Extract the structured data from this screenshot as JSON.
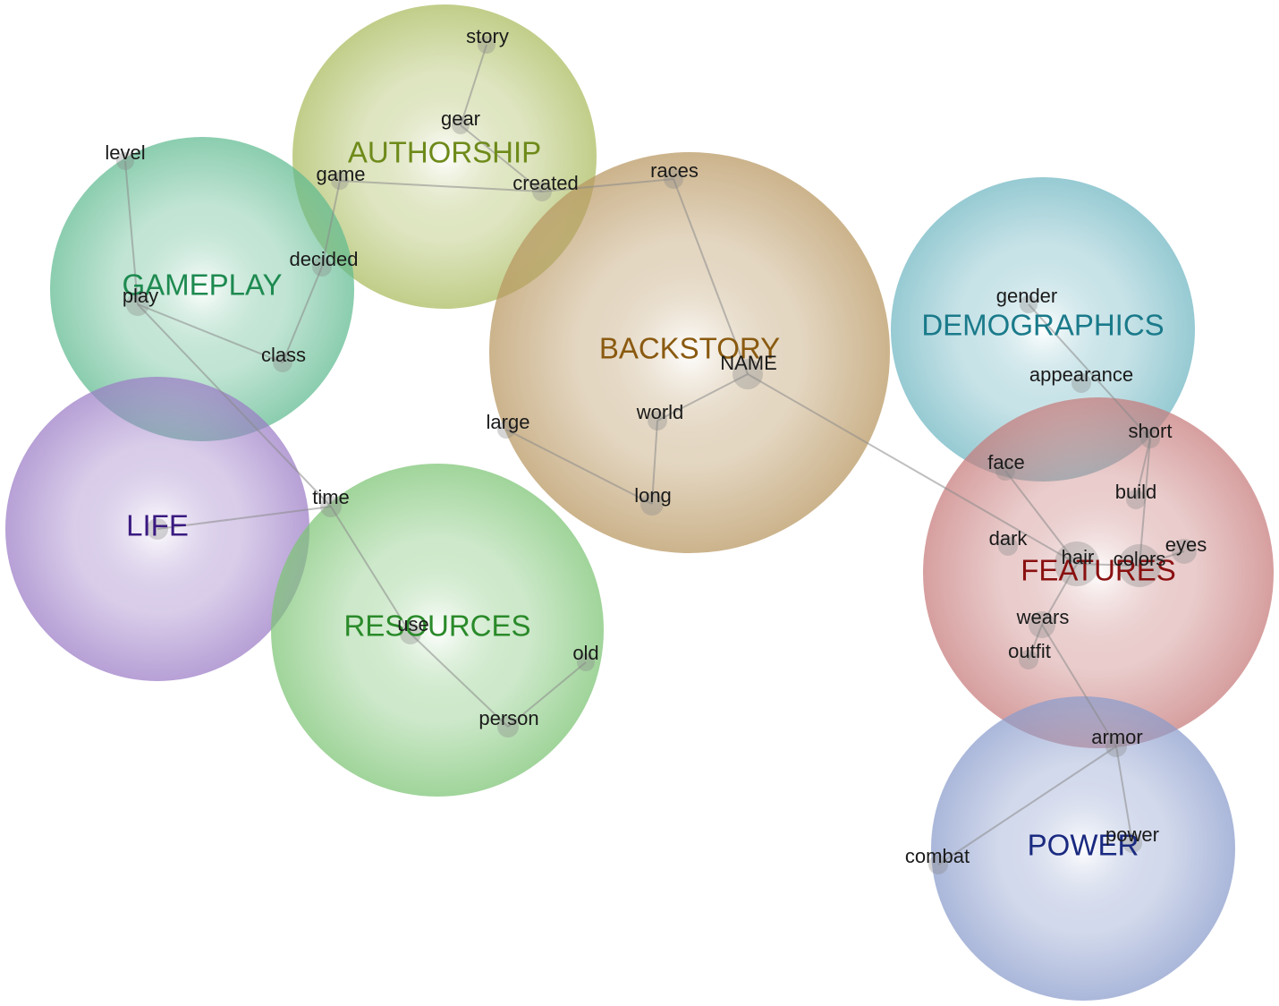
{
  "clusters": [
    {
      "id": "authorship",
      "label": "AUTHORSHIP",
      "color": "#a9bb5c",
      "text_color": "#6e8a1a"
    },
    {
      "id": "gameplay",
      "label": "GAMEPLAY",
      "color": "#5fba90",
      "text_color": "#1e8a50"
    },
    {
      "id": "life",
      "label": "LIFE",
      "color": "#9b7cc6",
      "text_color": "#3a1a80"
    },
    {
      "id": "resources",
      "label": "RESOURCES",
      "color": "#7cc474",
      "text_color": "#2a8a2a"
    },
    {
      "id": "backstory",
      "label": "BACKSTORY",
      "color": "#b89660",
      "text_color": "#8a5a10"
    },
    {
      "id": "demographics",
      "label": "DEMOGRAPHICS",
      "color": "#6fb6c2",
      "text_color": "#1a7a8a"
    },
    {
      "id": "features",
      "label": "FEATURES",
      "color": "#c77a7a",
      "text_color": "#8a1010"
    },
    {
      "id": "power",
      "label": "POWER",
      "color": "#8a9ccc",
      "text_color": "#1a2a80"
    }
  ],
  "words": [
    {
      "id": "story",
      "label": "story"
    },
    {
      "id": "gear",
      "label": "gear"
    },
    {
      "id": "game",
      "label": "game"
    },
    {
      "id": "created",
      "label": "created"
    },
    {
      "id": "level",
      "label": "level"
    },
    {
      "id": "decided",
      "label": "decided"
    },
    {
      "id": "play",
      "label": "play"
    },
    {
      "id": "class",
      "label": "class"
    },
    {
      "id": "races",
      "label": "races"
    },
    {
      "id": "name",
      "label": "NAME"
    },
    {
      "id": "world",
      "label": "world"
    },
    {
      "id": "large",
      "label": "large"
    },
    {
      "id": "long",
      "label": "long"
    },
    {
      "id": "time",
      "label": "time"
    },
    {
      "id": "life_node",
      "label": ""
    },
    {
      "id": "use",
      "label": "use"
    },
    {
      "id": "old",
      "label": "old"
    },
    {
      "id": "person",
      "label": "person"
    },
    {
      "id": "gender",
      "label": "gender"
    },
    {
      "id": "appearance",
      "label": "appearance"
    },
    {
      "id": "short",
      "label": "short"
    },
    {
      "id": "face",
      "label": "face"
    },
    {
      "id": "build",
      "label": "build"
    },
    {
      "id": "dark",
      "label": "dark"
    },
    {
      "id": "hair",
      "label": "hair"
    },
    {
      "id": "colors",
      "label": "colors"
    },
    {
      "id": "eyes",
      "label": "eyes"
    },
    {
      "id": "wears",
      "label": "wears"
    },
    {
      "id": "outfit",
      "label": "outfit"
    },
    {
      "id": "armor",
      "label": "armor"
    },
    {
      "id": "combat",
      "label": "combat"
    },
    {
      "id": "power_word",
      "label": "power"
    }
  ],
  "edges": [
    [
      "story",
      "gear"
    ],
    [
      "gear",
      "created"
    ],
    [
      "game",
      "created"
    ],
    [
      "created",
      "races"
    ],
    [
      "game",
      "decided"
    ],
    [
      "decided",
      "class"
    ],
    [
      "level",
      "play"
    ],
    [
      "play",
      "class"
    ],
    [
      "play",
      "time"
    ],
    [
      "races",
      "name"
    ],
    [
      "name",
      "world"
    ],
    [
      "world",
      "long"
    ],
    [
      "large",
      "long"
    ],
    [
      "time",
      "life_node"
    ],
    [
      "time",
      "use"
    ],
    [
      "use",
      "person"
    ],
    [
      "person",
      "old"
    ],
    [
      "name",
      "hair"
    ],
    [
      "gender",
      "short"
    ],
    [
      "short",
      "build"
    ],
    [
      "short",
      "colors"
    ],
    [
      "face",
      "hair"
    ],
    [
      "hair",
      "colors"
    ],
    [
      "colors",
      "eyes"
    ],
    [
      "hair",
      "wears"
    ],
    [
      "wears",
      "outfit"
    ],
    [
      "wears",
      "armor"
    ],
    [
      "armor",
      "combat"
    ],
    [
      "armor",
      "power_word"
    ]
  ]
}
